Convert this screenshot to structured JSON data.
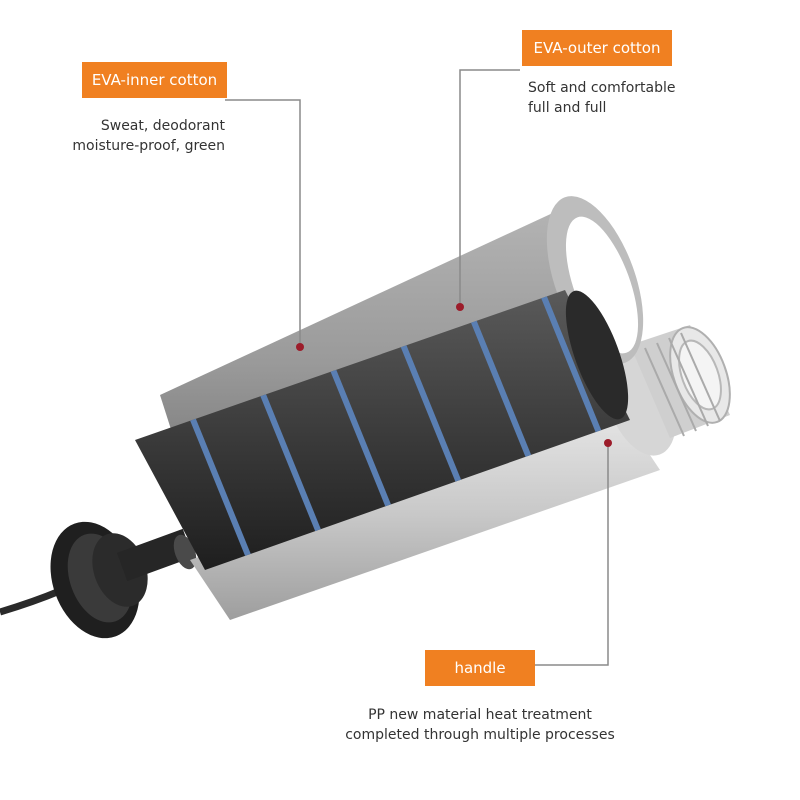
{
  "callouts": {
    "inner": {
      "label": "EVA-inner cotton",
      "lines": [
        "Sweat, deodorant",
        "moisture-proof, green"
      ]
    },
    "outer": {
      "label": "EVA-outer cotton",
      "lines": [
        "Soft and comfortable",
        "full and full"
      ]
    },
    "handle": {
      "label": "handle",
      "lines": [
        "PP new material heat treatment",
        "completed through multiple processes"
      ]
    }
  },
  "colors": {
    "label_bg": "#f08021",
    "label_text": "#ffffff",
    "foam": "#3c3c3c",
    "foam_stripe": "#5a7fb3",
    "outer_shell": "#9a9a9a",
    "handle_core": "#c8c8c8",
    "leader_line": "#8a8a8a",
    "pointer_dot": "#9c1c2a"
  }
}
